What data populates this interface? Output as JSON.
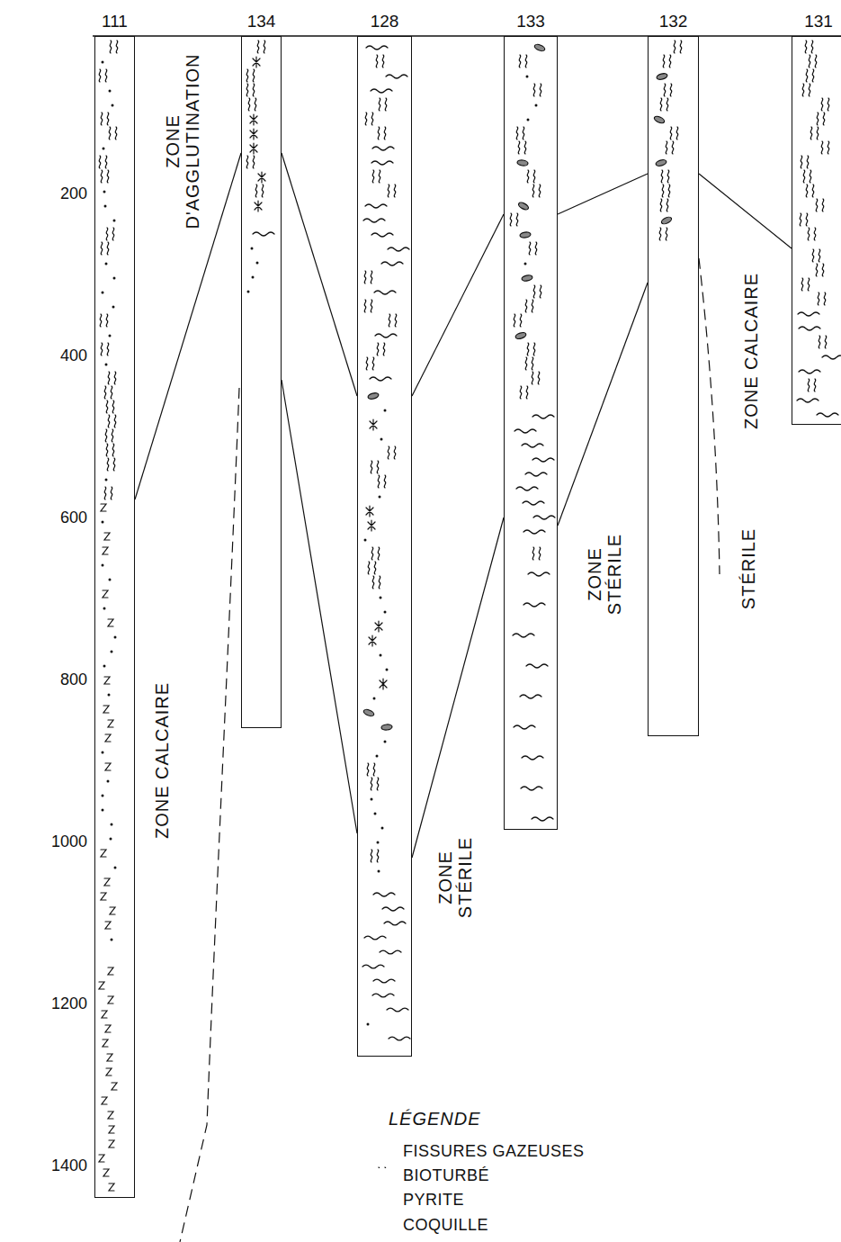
{
  "diagram": {
    "nodes": [
      {
        "text": [
          "111"
        ]
      },
      {
        "text": [
          "134"
        ]
      },
      {
        "text": [
          "128"
        ]
      },
      {
        "text": [
          "133"
        ]
      },
      {
        "text": [
          "132"
        ]
      },
      {
        "text": [
          "131"
        ]
      }
    ],
    "labels": [
      "200",
      "400",
      "600",
      "800",
      "1000",
      "1200",
      "1400",
      "ZONE D'AGGLUTINATION",
      "ZONE CALCAIRE",
      "ZONE CALCAIRE",
      "ZONE STÉRILE",
      "ZONE STÉRILE",
      "STÉRILE",
      "LÉGENDE"
    ],
    "legend": [
      {
        "text": "FISSURES GAZEUSES"
      },
      {
        "text": "BIOTURBÉ"
      },
      {
        "text": "PYRITE"
      },
      {
        "text": "COQUILLE"
      }
    ]
  }
}
